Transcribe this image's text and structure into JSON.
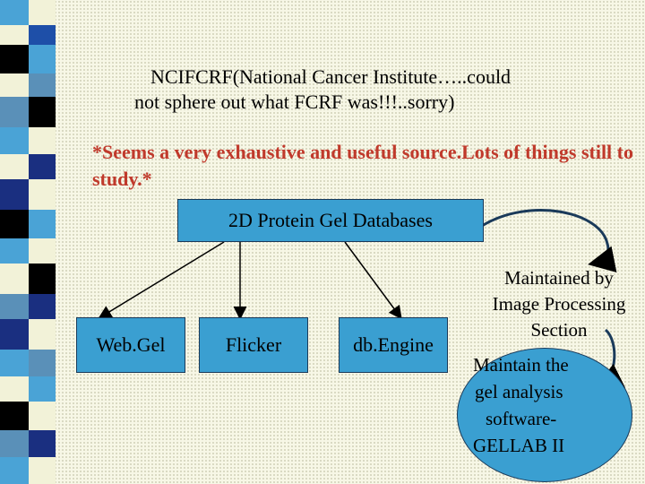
{
  "heading": {
    "line1": "NCIFCRF(National Cancer Institute…..could",
    "line2": "not sphere out what FCRF was!!!..sorry)"
  },
  "note": "*Seems a very exhaustive and useful source.Lots of things still to study.*",
  "diagram": {
    "root": "2D Protein Gel Databases",
    "children": [
      "Web.Gel",
      "Flicker",
      "db.Engine"
    ],
    "callout": "Maintained by Image Processing Section",
    "oval_lines": [
      "Maintain the",
      "gel analysis",
      "software-",
      "GELLAB II"
    ]
  },
  "colors": {
    "box_fill": "#3a9fd1",
    "note_text": "#c0392b",
    "stripes": [
      "#1e4fa8",
      "#4aa3d6",
      "#000000",
      "#f2f2d8",
      "#5a90b8",
      "#1a2f80"
    ]
  }
}
